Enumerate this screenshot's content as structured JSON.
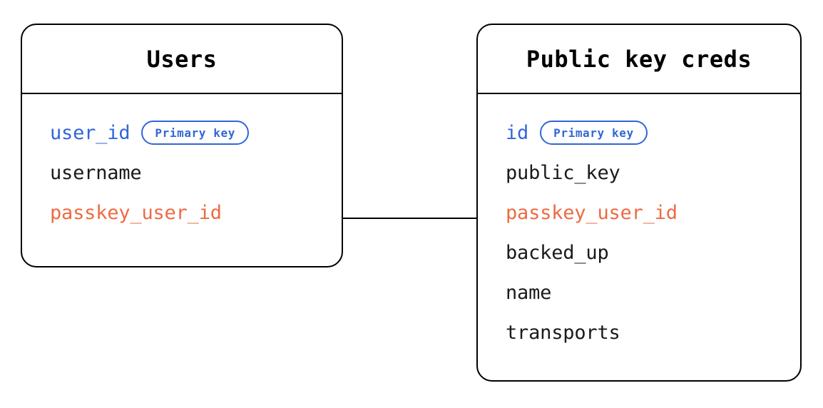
{
  "diagram": {
    "type": "entity-relationship-diagram",
    "background_color": "#ffffff",
    "colors": {
      "border": "#000000",
      "text": "#1a1a1a",
      "primary_key": "#3366d6",
      "foreign_key": "#ed6b43",
      "badge_border": "#3366d6"
    }
  },
  "entities": [
    {
      "id": "users",
      "title": "Users",
      "fields": [
        {
          "name": "user_id",
          "role": "pk",
          "badge": "Primary key"
        },
        {
          "name": "username",
          "role": "plain",
          "badge": null
        },
        {
          "name": "passkey_user_id",
          "role": "fk",
          "badge": null
        }
      ]
    },
    {
      "id": "public-key-creds",
      "title": "Public key creds",
      "fields": [
        {
          "name": "id",
          "role": "pk",
          "badge": "Primary key"
        },
        {
          "name": "public_key",
          "role": "plain",
          "badge": null
        },
        {
          "name": "passkey_user_id",
          "role": "fk",
          "badge": null
        },
        {
          "name": "backed_up",
          "role": "plain",
          "badge": null
        },
        {
          "name": "name",
          "role": "plain",
          "badge": null
        },
        {
          "name": "transports",
          "role": "plain",
          "badge": null
        }
      ]
    }
  ],
  "relationships": [
    {
      "id": "users-to-creds",
      "from_entity": "users",
      "from_field": "passkey_user_id",
      "to_entity": "public-key-creds",
      "to_field": "passkey_user_id",
      "label": ""
    }
  ]
}
